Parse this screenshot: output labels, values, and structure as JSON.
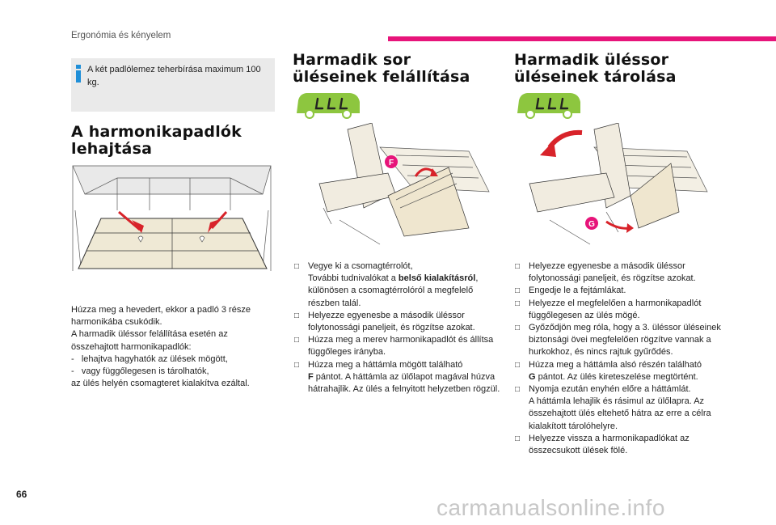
{
  "header": {
    "section_title": "Ergonómia és kényelem",
    "accent_color": "#e7147a"
  },
  "page_number": "66",
  "watermark": "carmanualsonline.info",
  "note": {
    "icon": "info-icon",
    "text": "A két padlólemez teherbírása maximum 100 kg."
  },
  "left": {
    "title": "A harmonikapadlók lehajtása",
    "lines": [
      "Húzza meg a hevedert, ekkor a padló 3 része harmonikába csukódik.",
      "A harmadik üléssor felállítása esetén az összehajtott harmonikapadlók:",
      "-   lehajtva hagyhatók az ülések mögött,",
      "-   vagy függőlegesen is tárolhatók,",
      "az ülés helyén csomagteret kialakítva ezáltal."
    ]
  },
  "middle": {
    "title": "Harmadik sor üléseinek felállítása",
    "label_F": "F",
    "steps": [
      {
        "pre": "Vegye ki a csomagtérrolót,\nTovábbi tudnivalókat a ",
        "bold": "belső kialakításról",
        "post": ", különösen a csomagtérrolóról a megfelelő részben talál."
      },
      {
        "pre": "Helyezze egyenesbe a második üléssor folytonossági paneljeit, és rögzítse azokat.",
        "bold": "",
        "post": ""
      },
      {
        "pre": "Húzza meg a merev harmonikapadlót és állítsa függőleges irányba.",
        "bold": "",
        "post": ""
      },
      {
        "pre": "Húzza meg a háttámla mögött található\n",
        "bold": "F",
        "post": " pántot. A háttámla az ülőlapot magával húzva hátrahajlik. Az ülés a felnyitott helyzetben rögzül."
      }
    ]
  },
  "right": {
    "title": "Harmadik üléssor üléseinek tárolása",
    "label_G": "G",
    "steps": [
      {
        "pre": "Helyezze egyenesbe a második üléssor folytonossági paneljeit, és rögzítse azokat.",
        "bold": "",
        "post": ""
      },
      {
        "pre": "Engedje le a fejtámlákat.",
        "bold": "",
        "post": ""
      },
      {
        "pre": "Helyezze el megfelelően a harmonikapadlót függőlegesen az ülés mögé.",
        "bold": "",
        "post": ""
      },
      {
        "pre": "Győződjön meg róla, hogy a 3. üléssor üléseinek biztonsági övei megfelelően rögzítve vannak a hurkokhoz, és nincs rajtuk gyűrődés.",
        "bold": "",
        "post": ""
      },
      {
        "pre": "Húzza meg a háttámla alsó részén található\n",
        "bold": "G",
        "post": " pántot. Az ülés kireteszelése megtörtént."
      },
      {
        "pre": "Nyomja ezután enyhén előre a háttámlát.\nA háttámla lehajlik és rásimul az ülőlapra. Az összehajtott ülés eltehető hátra az erre a célra kialakított tárolóhelyre.",
        "bold": "",
        "post": ""
      },
      {
        "pre": "Helyezze vissza a harmonikapadlókat az összecsukott ülések fölé.",
        "bold": "",
        "post": ""
      }
    ]
  }
}
